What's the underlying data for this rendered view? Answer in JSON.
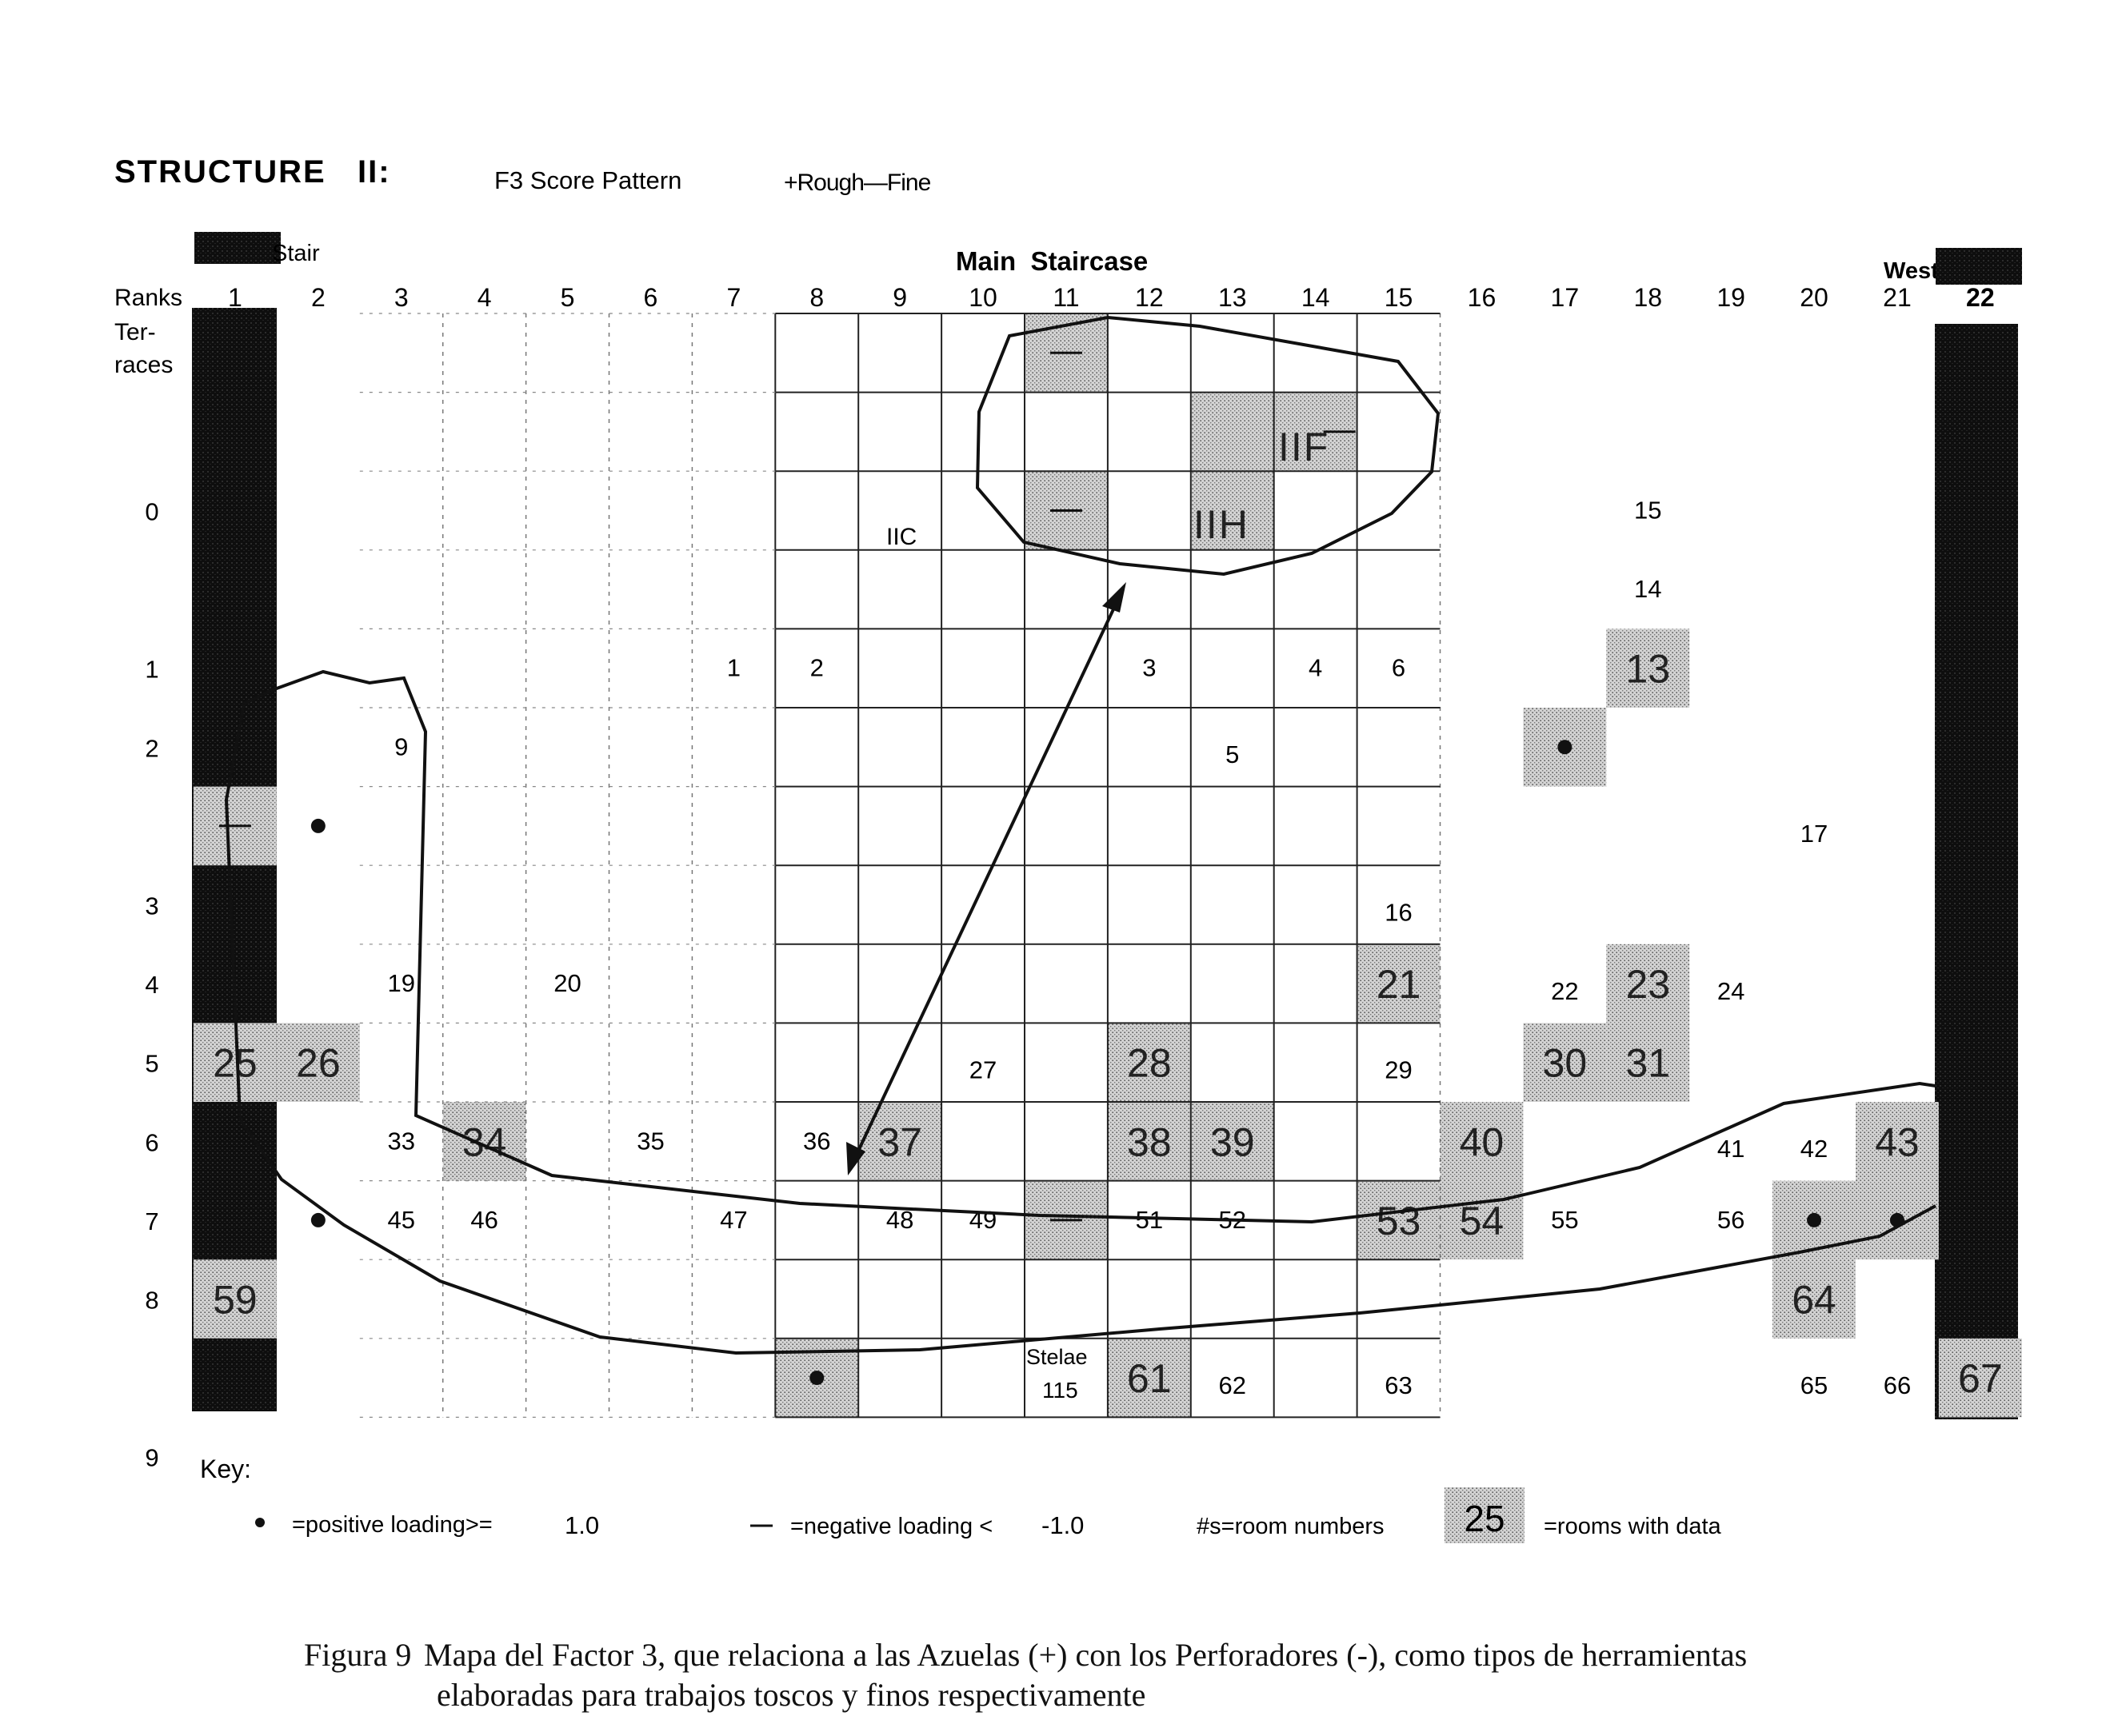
{
  "header": {
    "title": "STRUCTURE   II:",
    "subtitle": "F3 Score Pattern",
    "legend_sign": "+Rough—Fine"
  },
  "top_labels": {
    "east_stair": "Stair",
    "main_staircase": "Main  Staircase",
    "west": "West",
    "ranks": "Ranks",
    "terraces": "Ter-\nraces"
  },
  "ranks": [
    "1",
    "2",
    "3",
    "4",
    "5",
    "6",
    "7",
    "8",
    "9",
    "10",
    "11",
    "12",
    "13",
    "14",
    "15",
    "16",
    "17",
    "18",
    "19",
    "20",
    "21",
    "22"
  ],
  "terraces": [
    "0",
    "1",
    "2",
    "3",
    "4",
    "5",
    "6",
    "7",
    "8",
    "9"
  ],
  "regions": [
    "IIF",
    "IIH",
    "IIC"
  ],
  "rooms_plain": [
    {
      "n": "15",
      "c": 18,
      "r": 2.0
    },
    {
      "n": "14",
      "c": 18,
      "r": 3.0
    },
    {
      "n": "1",
      "c": 7,
      "r": 4.0
    },
    {
      "n": "2",
      "c": 8,
      "r": 4.0
    },
    {
      "n": "3",
      "c": 12,
      "r": 4.0
    },
    {
      "n": "4",
      "c": 14,
      "r": 4.0
    },
    {
      "n": "6",
      "c": 15,
      "r": 4.0
    },
    {
      "n": "9",
      "c": 3,
      "r": 5.0
    },
    {
      "n": "5",
      "c": 13,
      "r": 5.1
    },
    {
      "n": "17",
      "c": 20,
      "r": 6.1
    },
    {
      "n": "16",
      "c": 15,
      "r": 7.1
    },
    {
      "n": "19",
      "c": 3,
      "r": 8.0
    },
    {
      "n": "20",
      "c": 5,
      "r": 8.0
    },
    {
      "n": "22",
      "c": 17,
      "r": 8.1
    },
    {
      "n": "24",
      "c": 19,
      "r": 8.1
    },
    {
      "n": "27",
      "c": 10,
      "r": 9.1
    },
    {
      "n": "29",
      "c": 15,
      "r": 9.1
    },
    {
      "n": "33",
      "c": 3,
      "r": 10.0
    },
    {
      "n": "35",
      "c": 6,
      "r": 10.0
    },
    {
      "n": "36",
      "c": 8,
      "r": 10.0
    },
    {
      "n": "41",
      "c": 19,
      "r": 10.1
    },
    {
      "n": "42",
      "c": 20,
      "r": 10.1
    },
    {
      "n": "45",
      "c": 3,
      "r": 11.0
    },
    {
      "n": "46",
      "c": 4,
      "r": 11.0
    },
    {
      "n": "47",
      "c": 7,
      "r": 11.0
    },
    {
      "n": "48",
      "c": 9,
      "r": 11.0
    },
    {
      "n": "49",
      "c": 10,
      "r": 11.0
    },
    {
      "n": "51",
      "c": 12,
      "r": 11.0
    },
    {
      "n": "52",
      "c": 13,
      "r": 11.0
    },
    {
      "n": "55",
      "c": 17,
      "r": 11.0
    },
    {
      "n": "56",
      "c": 19,
      "r": 11.0
    },
    {
      "n": "62",
      "c": 13,
      "r": 13.1
    },
    {
      "n": "63",
      "c": 15,
      "r": 13.1
    },
    {
      "n": "65",
      "c": 20,
      "r": 13.1
    },
    {
      "n": "66",
      "c": 21,
      "r": 13.1
    }
  ],
  "rooms_data": [
    {
      "n": "13",
      "c": 18,
      "r": 4
    },
    {
      "n": "21",
      "c": 15,
      "r": 8
    },
    {
      "n": "23",
      "c": 18,
      "r": 8
    },
    {
      "n": "25",
      "c": 1,
      "r": 9
    },
    {
      "n": "26",
      "c": 2,
      "r": 9
    },
    {
      "n": "28",
      "c": 12,
      "r": 9
    },
    {
      "n": "30",
      "c": 17,
      "r": 9
    },
    {
      "n": "31",
      "c": 18,
      "r": 9
    },
    {
      "n": "34",
      "c": 4,
      "r": 10
    },
    {
      "n": "37",
      "c": 9,
      "r": 10
    },
    {
      "n": "38",
      "c": 12,
      "r": 10
    },
    {
      "n": "39",
      "c": 13,
      "r": 10
    },
    {
      "n": "40",
      "c": 16,
      "r": 10
    },
    {
      "n": "43",
      "c": 21,
      "r": 10
    },
    {
      "n": "53",
      "c": 15,
      "r": 11
    },
    {
      "n": "54",
      "c": 16,
      "r": 11
    },
    {
      "n": "59",
      "c": 1,
      "r": 12
    },
    {
      "n": "64",
      "c": 20,
      "r": 12
    },
    {
      "n": "61",
      "c": 12,
      "r": 13
    },
    {
      "n": "67",
      "c": 22,
      "r": 13
    }
  ],
  "negative_cells": [
    {
      "c": 11,
      "r": 0
    },
    {
      "c": 14,
      "r": 1
    },
    {
      "c": 11,
      "r": 2
    },
    {
      "c": 1,
      "r": 6
    },
    {
      "c": 11,
      "r": 11
    }
  ],
  "positive_dots": [
    {
      "c": 17,
      "r": 5
    },
    {
      "c": 2,
      "r": 6
    },
    {
      "c": 2,
      "r": 11
    },
    {
      "c": 20,
      "r": 11
    },
    {
      "c": 21,
      "r": 11
    },
    {
      "c": 8,
      "r": 13
    }
  ],
  "extra_shaded": [
    {
      "c": 13,
      "r": 1
    },
    {
      "c": 17,
      "r": 5
    },
    {
      "c": 20,
      "r": 11
    },
    {
      "c": 21,
      "r": 11
    },
    {
      "c": 8,
      "r": 13
    },
    {
      "c": 13,
      "r": 2
    }
  ],
  "stelae": {
    "label": "Stelae",
    "number": "115"
  },
  "key": {
    "title": "Key:",
    "positive": "=positive loading>=",
    "positive_value": "1.0",
    "negative": "=negative loading <",
    "negative_value": "-1.0",
    "room_numbers": "#s=room numbers",
    "sample_room": "25",
    "rooms_with_data": "=rooms with data"
  },
  "caption": {
    "figure": "Figura 9",
    "line1": "Mapa del Factor 3, que relaciona a las Azuelas (+) con los Perforadores (-), como tipos de herramientas",
    "line2": "elaboradas para trabajos toscos y finos respectivamente"
  }
}
